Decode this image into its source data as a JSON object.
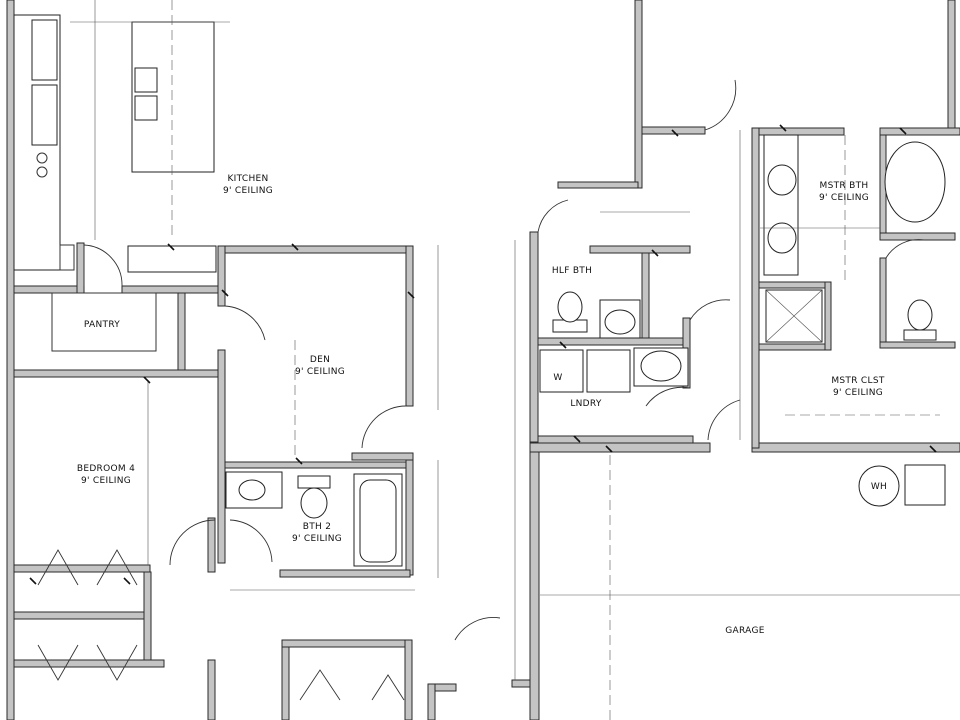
{
  "rooms": {
    "kitchen": {
      "name": "KITCHEN",
      "ceiling": "9' CEILING"
    },
    "pantry": {
      "name": "PANTRY"
    },
    "den": {
      "name": "DEN",
      "ceiling": "9' CEILING"
    },
    "bedroom4": {
      "name": "BEDROOM 4",
      "ceiling": "9' CEILING"
    },
    "bath2": {
      "name": "BTH 2",
      "ceiling": "9' CEILING"
    },
    "halfbath": {
      "name": "HLF BTH"
    },
    "laundry": {
      "name": "LNDRY"
    },
    "master_bath": {
      "name": "MSTR BTH",
      "ceiling": "9' CEILING"
    },
    "master_closet": {
      "name": "MSTR CLST",
      "ceiling": "9' CEILING"
    },
    "garage": {
      "name": "GARAGE"
    }
  },
  "fixtures": {
    "washer": "W",
    "water_heater": "WH"
  }
}
